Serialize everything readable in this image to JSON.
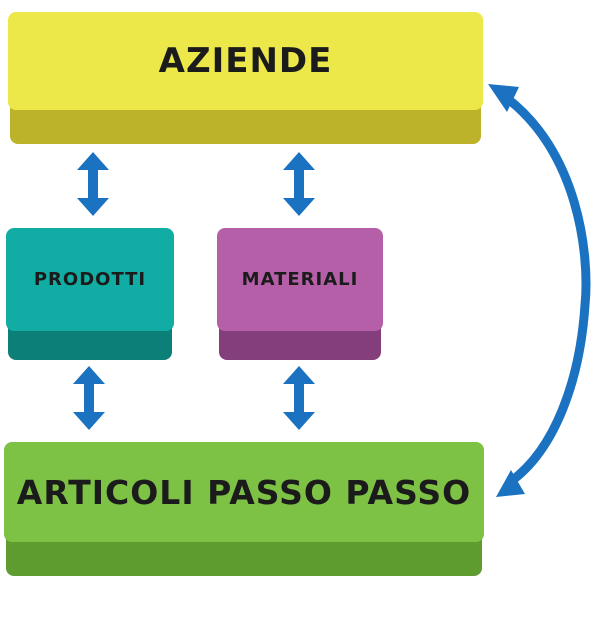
{
  "diagram": {
    "boxes": {
      "aziende": {
        "label": "AZIENDE",
        "color": "#ede84a"
      },
      "prodotti": {
        "label": "PRODOTTI",
        "color": "#11ada4"
      },
      "materiali": {
        "label": "MATERIALI",
        "color": "#b55fa9"
      },
      "articoli": {
        "label": "ARTICOLI PASSO PASSO",
        "color": "#7dc145"
      }
    },
    "arrow_color": "#1a72c0",
    "connections": [
      {
        "from": "aziende",
        "to": "prodotti",
        "type": "bidirectional"
      },
      {
        "from": "aziende",
        "to": "materiali",
        "type": "bidirectional"
      },
      {
        "from": "prodotti",
        "to": "articoli",
        "type": "bidirectional"
      },
      {
        "from": "materiali",
        "to": "articoli",
        "type": "bidirectional"
      },
      {
        "from": "aziende",
        "to": "articoli",
        "type": "curved-bidirectional"
      }
    ]
  }
}
